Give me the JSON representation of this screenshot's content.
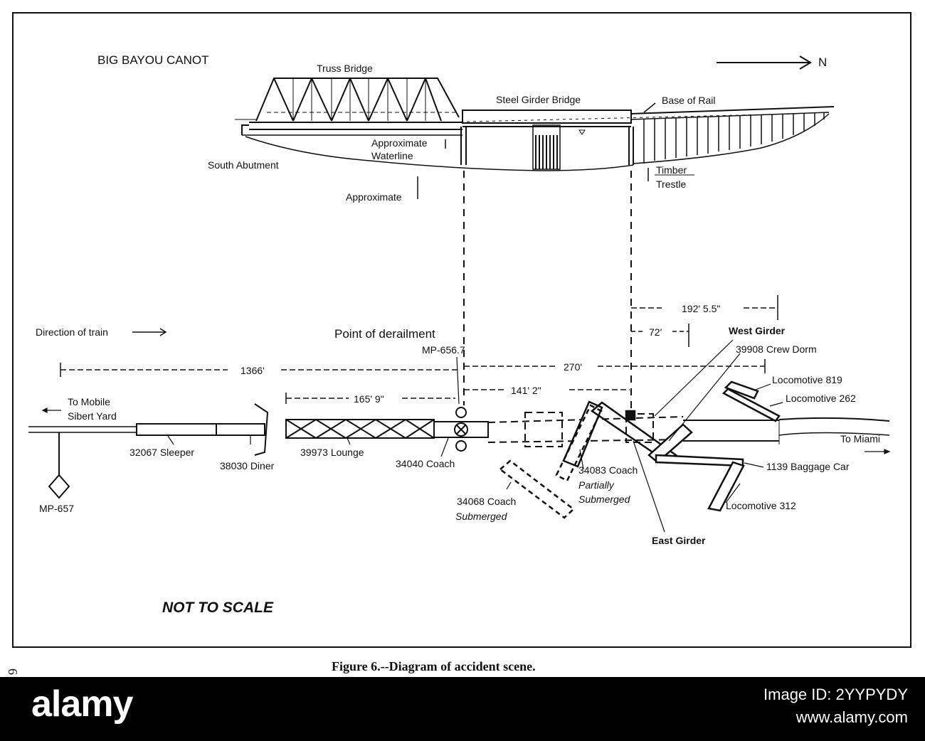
{
  "diagram": {
    "title": "BIG BAYOU CANOT",
    "north": "N",
    "bridge": {
      "truss_bridge": "Truss Bridge",
      "steel_girder_bridge": "Steel Girder Bridge",
      "base_of_rail": "Base of Rail",
      "approx_waterline_1": "Approximate",
      "approx_waterline_2": "Waterline",
      "south_abutment": "South Abutment",
      "timber": "Timber",
      "trestle": "Trestle",
      "approximate": "Approximate"
    },
    "plan": {
      "direction_of_train": "Direction of train",
      "point_of_derailment": "Point of derailment",
      "mp_6567": "MP-656.7",
      "mp_657": "MP-657",
      "to_mobile_1": "To Mobile",
      "to_mobile_2": "Sibert Yard",
      "to_miami": "To Miami",
      "west_girder": "West Girder",
      "east_girder": "East Girder"
    },
    "dimensions": {
      "d_1366": "1366'",
      "d_165_9": "165' 9\"",
      "d_141_2": "141' 2\"",
      "d_270": "270'",
      "d_192_55": "192' 5.5\"",
      "d_72": "72'"
    },
    "cars": {
      "sleeper": "32067 Sleeper",
      "diner": "38030 Diner",
      "lounge": "39973 Lounge",
      "coach_34040": "34040 Coach",
      "coach_34083": "34083 Coach",
      "coach_34083_note_1": "Partially",
      "coach_34083_note_2": "Submerged",
      "coach_34068": "34068 Coach",
      "coach_34068_note": "Submerged",
      "crew_dorm": "39908 Crew Dorm",
      "loco_819": "Locomotive 819",
      "loco_262": "Locomotive 262",
      "baggage_1139": "1139 Baggage Car",
      "loco_312": "Locomotive 312"
    },
    "not_to_scale": "NOT TO SCALE",
    "caption": "Figure 6.--Diagram of accident scene.",
    "page_number": "6"
  },
  "footer": {
    "brand": "alamy",
    "image_id": "Image ID: 2YYPYDY",
    "url": "www.alamy.com"
  }
}
